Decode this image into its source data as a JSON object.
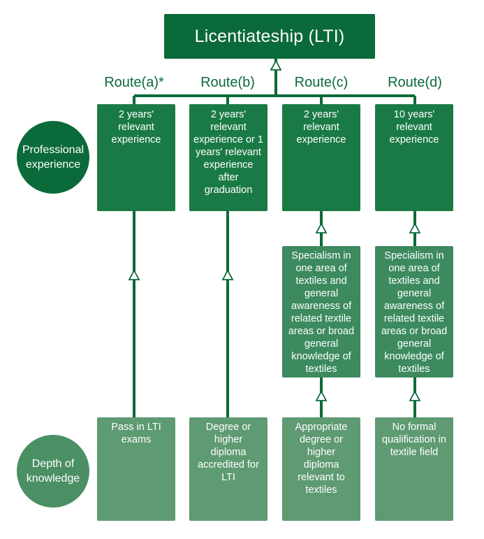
{
  "title": "Licentiateship (LTI)",
  "side_labels": {
    "professional": "Professional experience",
    "depth": "Depth of knowledge"
  },
  "routes": [
    {
      "label": "Route(a)*",
      "experience": "2 years' relevant experience",
      "depth": "Pass in LTI exams"
    },
    {
      "label": "Route(b)",
      "experience": "2 years' relevant experience or 1 years' relevant experience after graduation",
      "depth": "Degree or higher diploma accredited for LTI"
    },
    {
      "label": "Route(c)",
      "experience": "2 years' relevant experience",
      "specialism": "Specialism in one area of textiles and general awareness of related textile areas or broad general knowledge of textiles",
      "depth": "Appropriate degree or higher diploma relevant to textiles"
    },
    {
      "label": "Route(d)",
      "experience": "10 years' relevant experience",
      "specialism": "Specialism in one area of textiles and general awareness of related textile areas or broad general knowledge of textiles",
      "depth": "No formal qualification in textile field"
    }
  ],
  "colors": {
    "dark_green": "#0b6a39",
    "experience_green": "#1a7a45",
    "specialism_green": "#3c8a5e",
    "depth_green": "#5e9a72",
    "connector": "#0b6a39",
    "arrow_fill": "#ffffff"
  }
}
